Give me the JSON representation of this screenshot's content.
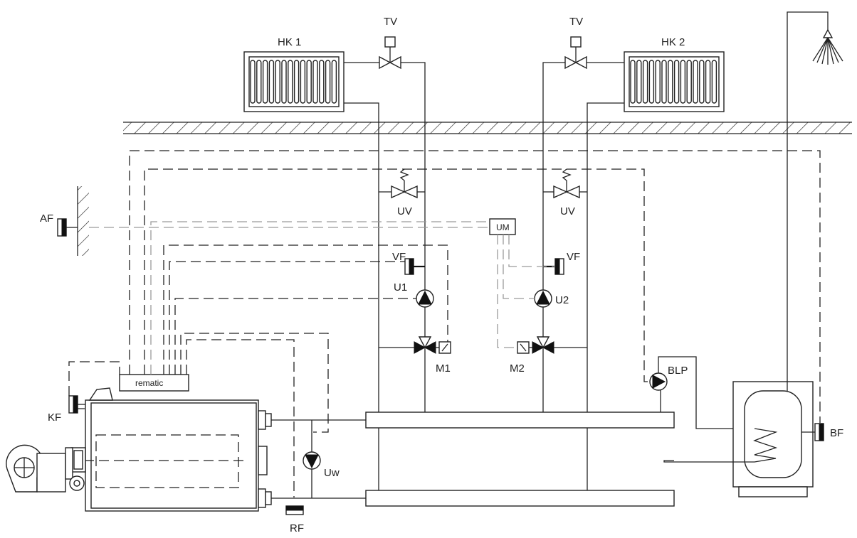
{
  "labels": {
    "tv_1": "TV",
    "tv_2": "TV",
    "hk1": "HK 1",
    "hk2": "HK 2",
    "uv_1": "UV",
    "uv_2": "UV",
    "af": "AF",
    "um": "UM",
    "vf_1": "VF",
    "vf_2": "VF",
    "u1": "U1",
    "u2": "U2",
    "m1": "M1",
    "m2": "M2",
    "blp": "BLP",
    "rematic": "rematic",
    "kf": "KF",
    "uw": "Uw",
    "rf": "RF",
    "bf": "BF"
  }
}
